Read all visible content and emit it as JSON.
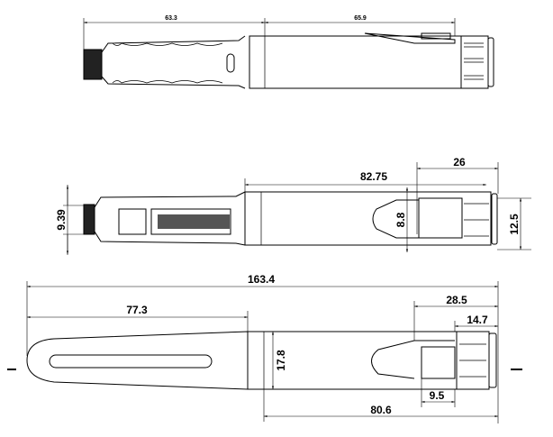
{
  "top_view": {
    "dim_grip_length": "63.3",
    "dim_barrel_length": "65.9"
  },
  "middle_view": {
    "dim_tip_diameter": "9.39",
    "dim_barrel_length": "82.75",
    "dim_cap_section": "26",
    "dim_clip_height": "8.8",
    "dim_cap_diameter": "12.5"
  },
  "bottom_view": {
    "dim_overall_length": "163.4",
    "dim_cap_length": "77.3",
    "dim_end_section": "28.5",
    "dim_end_cap": "14.7",
    "dim_body_diameter": "17.8",
    "dim_clip_window": "9.5",
    "dim_body_length": "80.6"
  }
}
